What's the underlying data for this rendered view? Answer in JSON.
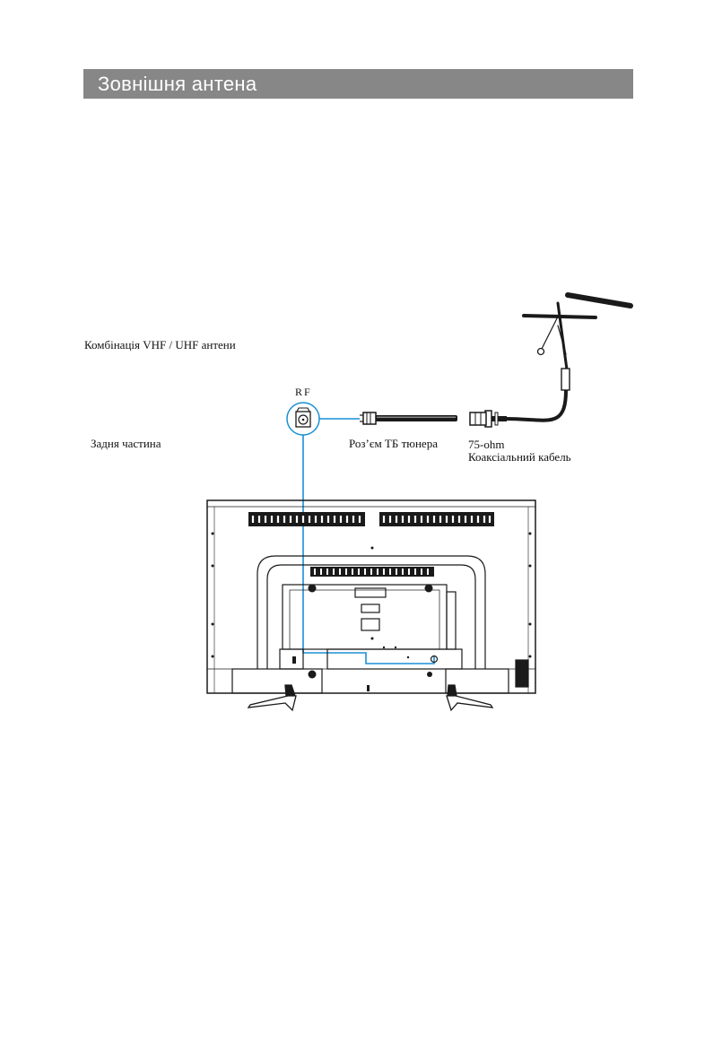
{
  "header": {
    "title": "Зовнішня антена"
  },
  "diagram": {
    "antenna_label": "Комбінація VHF / UHF антени",
    "rear_label": "Задня частина",
    "rf_label": "RF",
    "tuner_connector_label": "Роз’єм ТБ тюнера",
    "cable_impedance_label": "75-ohm",
    "cable_type_label": "Коаксіальний кабель",
    "colors": {
      "connection_line": "#1a8fd6",
      "header_bg": "#878787",
      "outline": "#1a1a1a"
    }
  }
}
